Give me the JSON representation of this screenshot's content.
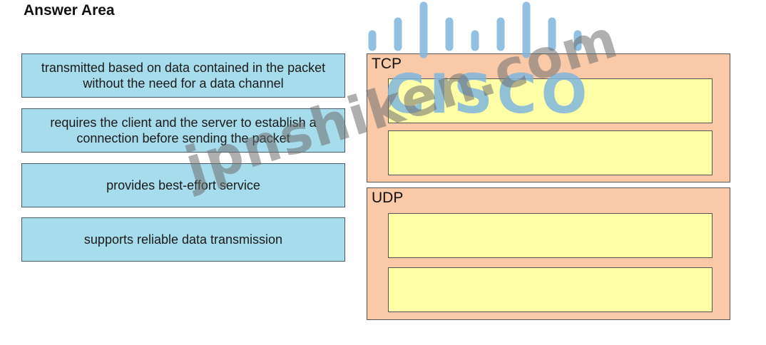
{
  "header": {
    "title": "Answer Area"
  },
  "source_items": [
    {
      "text": "transmitted based on data contained in the packet without the need for a data channel"
    },
    {
      "text": "requires the client and the server to establish a connection before sending the packet"
    },
    {
      "text": "provides best-effort service"
    },
    {
      "text": "supports reliable data transmission"
    }
  ],
  "targets": [
    {
      "label": "TCP",
      "slots": [
        "",
        ""
      ]
    },
    {
      "label": "UDP",
      "slots": [
        "",
        ""
      ]
    }
  ],
  "watermark": {
    "logo_text": "CISCO",
    "site_text": "jpnshiken.com",
    "logo_color": "#7fb6dc"
  }
}
